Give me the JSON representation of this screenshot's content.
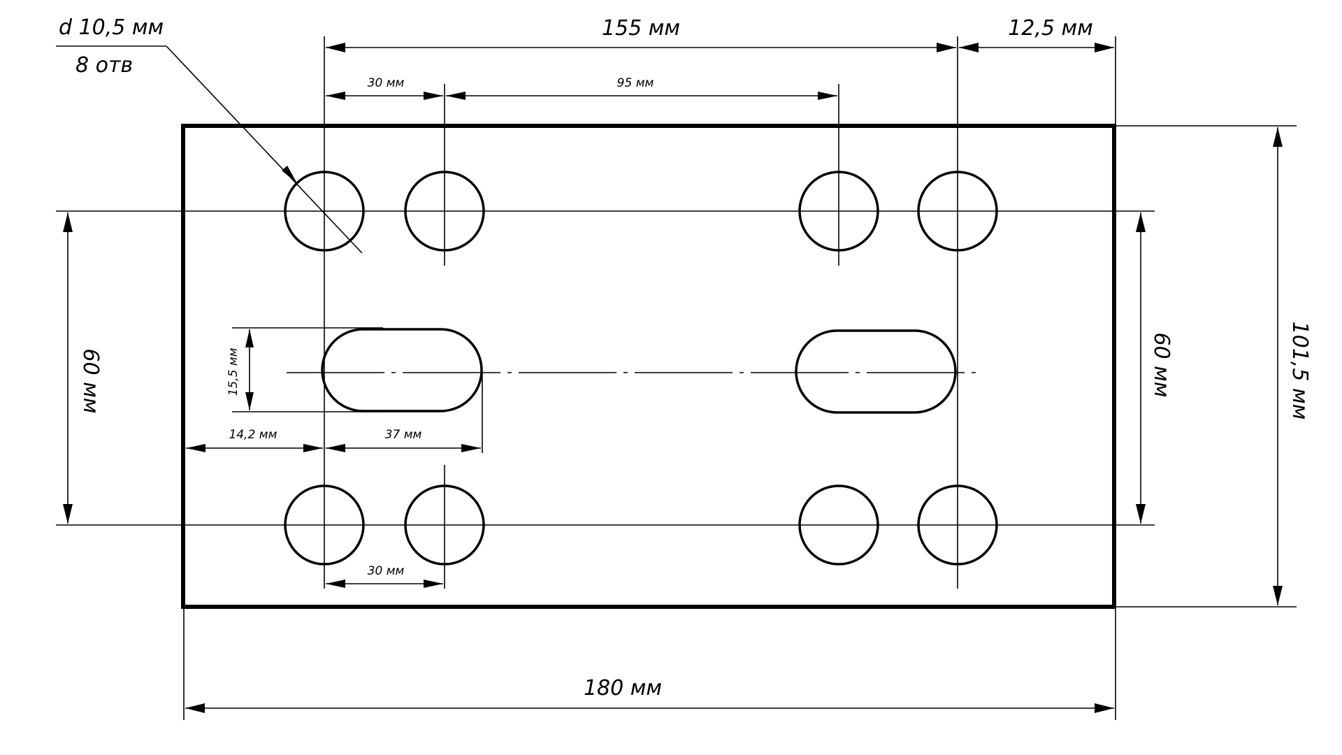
{
  "drawing": {
    "units": "мм",
    "plate": {
      "width_label": "180 мм",
      "height_label": "101,5 мм"
    },
    "holes": {
      "diameter_label": "d 10,5 мм",
      "count_label": "8 отв"
    },
    "dimensions": {
      "hole_span_label": "155 мм",
      "right_margin_label": "12,5 мм",
      "top_pitch_label": "30 мм",
      "inner_pitch_label": "95 мм",
      "bottom_pitch_label": "30 мм",
      "left_row_spacing_label": "60 мм",
      "right_row_spacing_label": "60 мм",
      "slot_width_label": "15,5 мм",
      "slot_length_label": "37 мм",
      "slot_offset_label": "14,2 мм"
    }
  }
}
